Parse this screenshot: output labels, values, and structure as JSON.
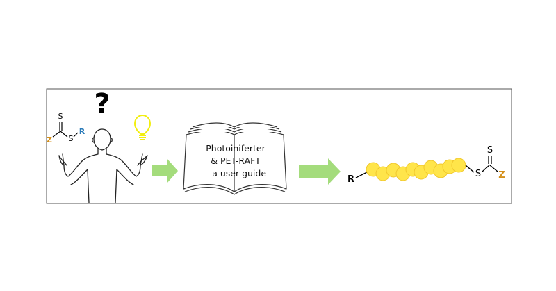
{
  "question_mark": "?",
  "molecule_left": {
    "S_top": "S",
    "S_mid": "S",
    "Z": "Z",
    "R": "R"
  },
  "book": {
    "lines": [
      "Photoiniferter",
      "& PET-RAFT",
      "– a user guide"
    ]
  },
  "polymer": {
    "R": "R",
    "S_link": "S",
    "S_top": "S",
    "Z": "Z"
  },
  "colors": {
    "Z": "#d4901c",
    "R_left": "#2b7bb9",
    "arrow": "#a4dc7c",
    "bulb": "#f2ee10",
    "bead_fill": "#ffe54a",
    "bead_stroke": "#f0c72c",
    "frame": "#555555"
  },
  "icons": [
    "person-icon",
    "lightbulb-icon",
    "open-book-icon",
    "arrow-icon",
    "polymer-chain-icon"
  ]
}
